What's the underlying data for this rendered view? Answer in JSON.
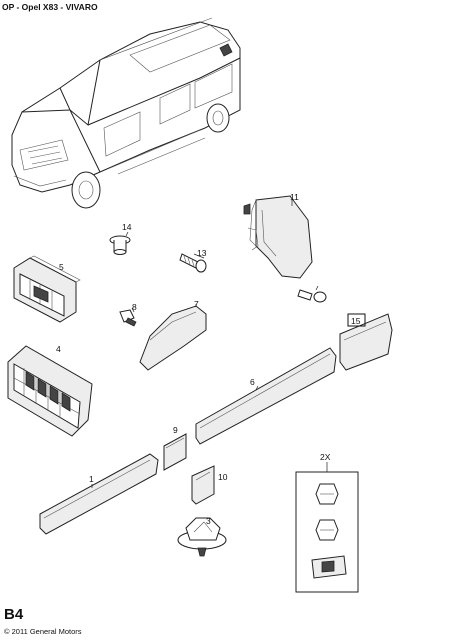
{
  "header": {
    "title": "OP - Opel X83 - VIVARO"
  },
  "footer": {
    "page_id": "B4",
    "copyright": "© 2011 General Motors"
  },
  "callouts": {
    "p1": "1",
    "p3": "3",
    "p4": "4",
    "p5": "5",
    "p6": "6",
    "p7": "7",
    "p8": "8",
    "p9": "9",
    "p10": "10",
    "p11": "11",
    "p13": "13",
    "p14": "14",
    "p15": "15",
    "qty": "2X"
  }
}
